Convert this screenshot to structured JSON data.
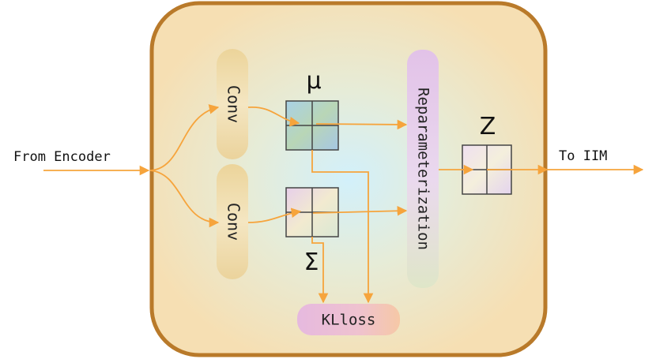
{
  "input_label": "From Encoder",
  "output_label": "To IIM",
  "conv_top_label": "Conv",
  "conv_bottom_label": "Conv",
  "mu_symbol": "μ",
  "sigma_symbol": "Σ",
  "z_symbol": "Z",
  "reparam_label": "Reparameterization",
  "klloss_label": "KLloss",
  "colors": {
    "frame_border": "#b97a2a",
    "frame_fill": "#f7e2b8",
    "glow": "#d8f2fb",
    "arrow": "#f6a43c",
    "conv_fill": "#f0d9a4",
    "reparam_fill": "#e3c3e6",
    "klloss_fill": "#efc0d8"
  }
}
